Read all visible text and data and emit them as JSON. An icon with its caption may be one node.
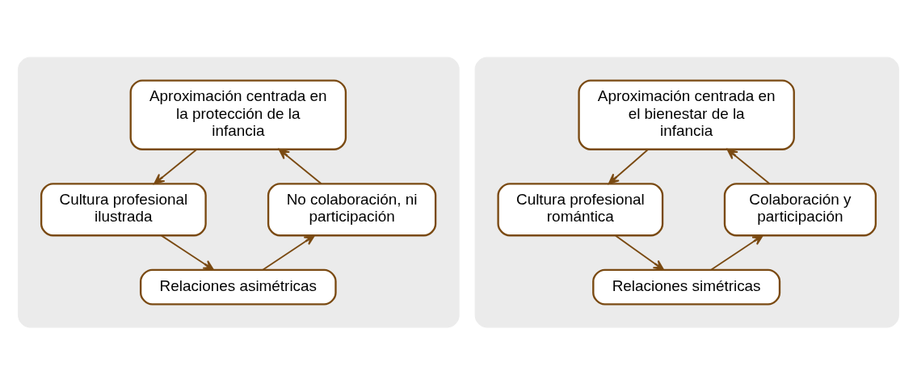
{
  "diagram": {
    "nodes": [
      {
        "text": [],
        "shape": "box"
      },
      {
        "text": [
          "Aproximación centrada en la protección de la infancia"
        ],
        "in": 0
      },
      {
        "text": [
          "Cultura profesional ilustrada"
        ],
        "in": 0
      },
      {
        "text": [
          "Relaciones asimétricas"
        ],
        "in": 0
      },
      {
        "text": [
          "No colaboración, ni participación"
        ],
        "in": 0
      },
      {
        "text": [],
        "shape": "box"
      },
      {
        "text": [
          "Aproximación centrada en el bienestar de la infancia"
        ],
        "in": 5
      },
      {
        "text": [
          "Cultura profesional romántica"
        ],
        "in": 5
      },
      {
        "text": [
          "Relaciones simétricas"
        ],
        "in": 5
      },
      {
        "text": [
          "Colaboración y participación"
        ],
        "in": 5
      }
    ],
    "edges": [
      {
        "from": 1,
        "to": 2,
        "arrow": "to"
      },
      {
        "from": 2,
        "to": 3,
        "arrow": "to"
      },
      {
        "from": 3,
        "to": 4,
        "arrow": "to"
      },
      {
        "from": 4,
        "to": 1,
        "arrow": "to"
      },
      {
        "from": 6,
        "to": 7,
        "arrow": "to"
      },
      {
        "from": 7,
        "to": 8,
        "arrow": "to"
      },
      {
        "from": 8,
        "to": 9,
        "arrow": "to"
      },
      {
        "from": 9,
        "to": 6,
        "arrow": "to"
      }
    ]
  }
}
